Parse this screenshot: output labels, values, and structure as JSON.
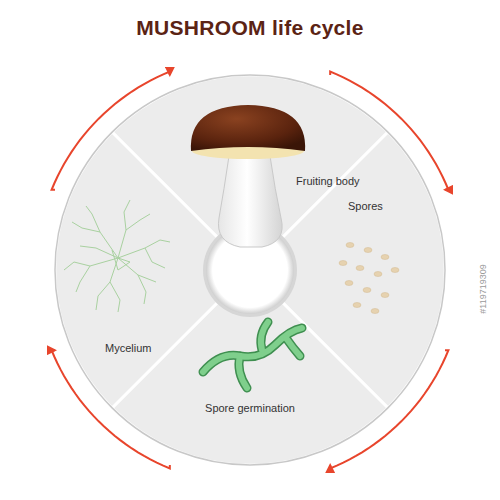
{
  "diagram": {
    "title": "MUSHROOM life cycle",
    "nodes": [
      {
        "text": [
          "Fruiting body"
        ]
      },
      {
        "text": [
          "Spores"
        ]
      },
      {
        "text": [
          "Spore germination"
        ]
      },
      {
        "text": [
          "Mycelium"
        ]
      }
    ],
    "edges": [
      {
        "from": 0,
        "to": 1,
        "arrow": "to"
      },
      {
        "from": 1,
        "to": 2,
        "arrow": "to"
      },
      {
        "from": 2,
        "to": 3,
        "arrow": "to"
      },
      {
        "from": 3,
        "to": 0,
        "arrow": "to"
      }
    ],
    "labels": [
      "#119719309"
    ]
  }
}
